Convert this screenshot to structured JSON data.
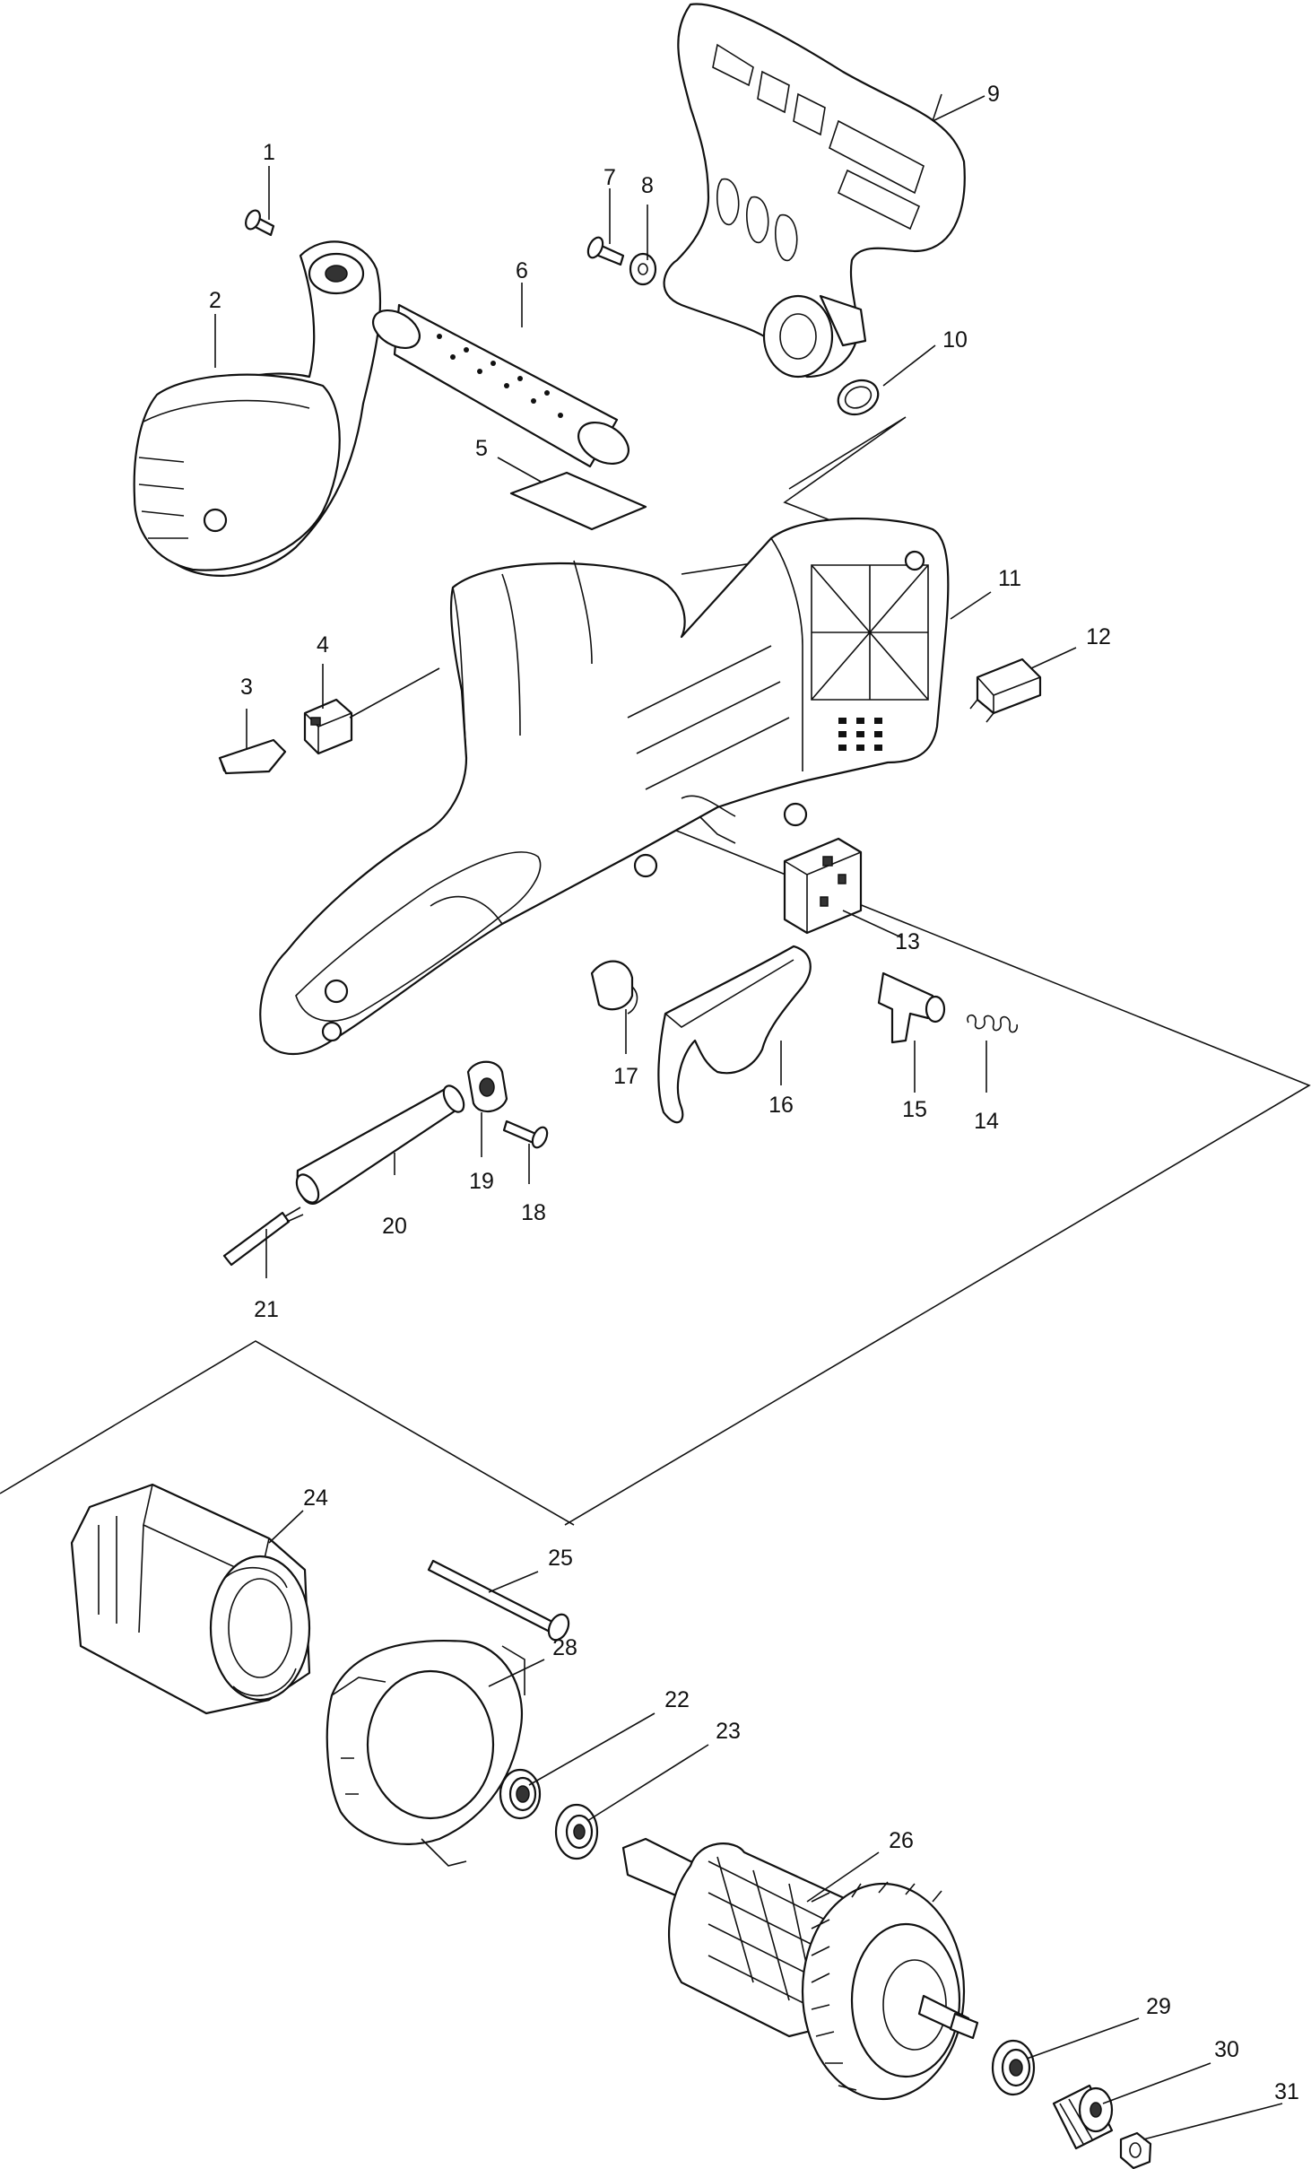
{
  "diagram": {
    "parts": [
      {
        "id": "screw-1",
        "label": "1"
      },
      {
        "id": "front-hand-guard",
        "label": "2"
      },
      {
        "id": "switch-lever",
        "label": "3"
      },
      {
        "id": "lock-block",
        "label": "4"
      },
      {
        "id": "name-plate",
        "label": "5"
      },
      {
        "id": "rear-grip-sleeve",
        "label": "6"
      },
      {
        "id": "screw-7",
        "label": "7"
      },
      {
        "id": "flat-washer",
        "label": "8"
      },
      {
        "id": "front-handle",
        "label": "9"
      },
      {
        "id": "retaining-ring",
        "label": "10"
      },
      {
        "id": "motor-housing",
        "label": "11"
      },
      {
        "id": "micro-switch",
        "label": "12"
      },
      {
        "id": "switch",
        "label": "13"
      },
      {
        "id": "compression-spring",
        "label": "14"
      },
      {
        "id": "lock-off-button",
        "label": "15"
      },
      {
        "id": "switch-trigger",
        "label": "16"
      },
      {
        "id": "noise-suppressor",
        "label": "17"
      },
      {
        "id": "screw-18",
        "label": "18"
      },
      {
        "id": "strain-relief",
        "label": "19"
      },
      {
        "id": "cord-guard",
        "label": "20"
      },
      {
        "id": "cord",
        "label": "21"
      },
      {
        "id": "ball-bearing-22",
        "label": "22"
      },
      {
        "id": "insulation-washer",
        "label": "23"
      },
      {
        "id": "field",
        "label": "24"
      },
      {
        "id": "long-bolt",
        "label": "25"
      },
      {
        "id": "armature",
        "label": "26"
      },
      {
        "id": "baffle-plate",
        "label": "28"
      },
      {
        "id": "ball-bearing-29",
        "label": "29"
      },
      {
        "id": "spur-gear",
        "label": "30"
      },
      {
        "id": "hex-nut",
        "label": "31"
      }
    ]
  }
}
